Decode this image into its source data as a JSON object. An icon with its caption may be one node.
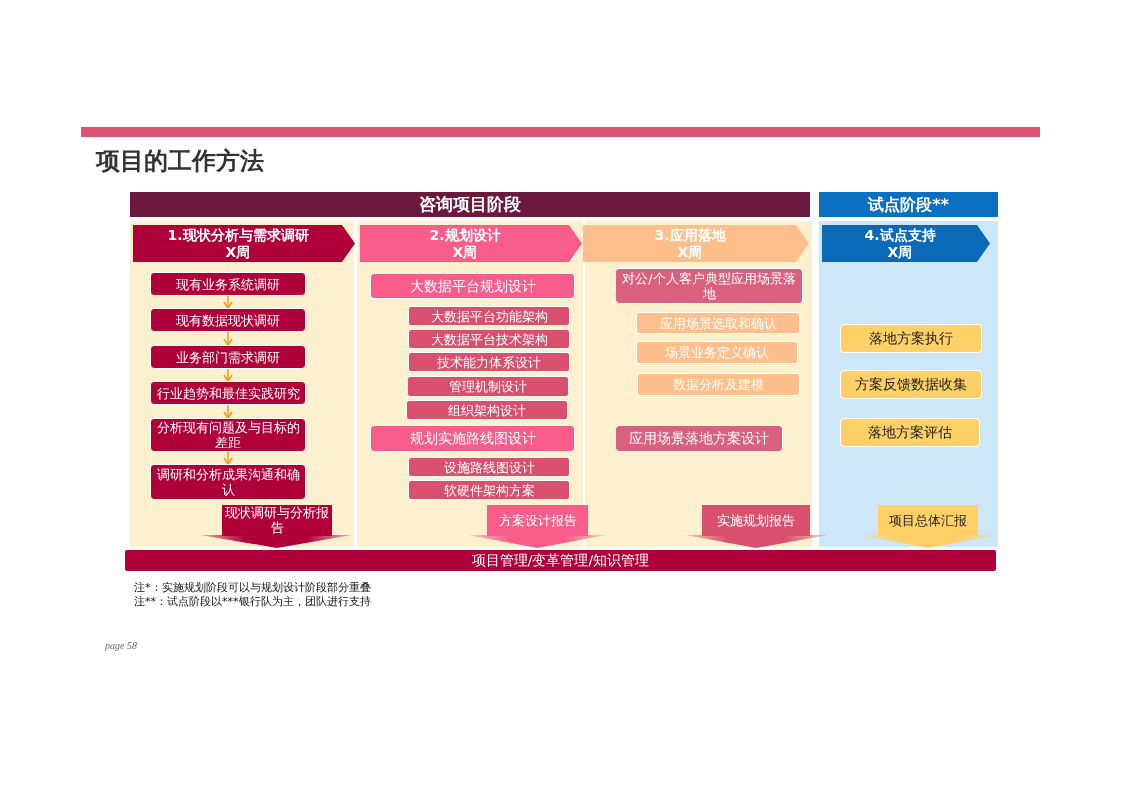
{
  "diagram": {
    "title": "项目的工作方法",
    "nodes": [
      {
        "text": [
          "咨询项目阶段"
        ]
      },
      {
        "text": [
          "试点阶段**"
        ]
      },
      {
        "text": [
          "1.现状分析与需求调研",
          "X周"
        ]
      },
      {
        "text": [
          "2.规划设计",
          "X周"
        ]
      },
      {
        "text": [
          "3.应用落地",
          "X周"
        ]
      },
      {
        "text": [
          "4.试点支持",
          "X周"
        ]
      },
      {
        "text": [
          "现有业务系统调研"
        ]
      },
      {
        "text": [
          "现有数据现状调研"
        ]
      },
      {
        "text": [
          "业务部门需求调研"
        ]
      },
      {
        "text": [
          "行业趋势和最佳实践研究"
        ]
      },
      {
        "text": [
          "分析现有问题及与目标的差距"
        ]
      },
      {
        "text": [
          "调研和分析成果沟通和确认"
        ]
      },
      {
        "text": [
          "现状调研与分析报告"
        ]
      },
      {
        "text": [
          "大数据平台规划设计"
        ]
      },
      {
        "text": [
          "大数据平台功能架构"
        ]
      },
      {
        "text": [
          "大数据平台技术架构"
        ]
      },
      {
        "text": [
          "技术能力体系设计"
        ]
      },
      {
        "text": [
          "管理机制设计"
        ]
      },
      {
        "text": [
          "组织架构设计"
        ]
      },
      {
        "text": [
          "规划实施路线图设计"
        ]
      },
      {
        "text": [
          "设施路线图设计"
        ]
      },
      {
        "text": [
          "软硬件架构方案"
        ]
      },
      {
        "text": [
          "方案设计报告"
        ]
      },
      {
        "text": [
          "对公/个人客户典型应用场景落地"
        ]
      },
      {
        "text": [
          "应用场景选取和确认"
        ]
      },
      {
        "text": [
          "场景业务定义确认"
        ]
      },
      {
        "text": [
          "数据分析及建模"
        ]
      },
      {
        "text": [
          "应用场景落地方案设计"
        ]
      },
      {
        "text": [
          "实施规划报告"
        ]
      },
      {
        "text": [
          "落地方案执行"
        ]
      },
      {
        "text": [
          "方案反馈数据收集"
        ]
      },
      {
        "text": [
          "落地方案评估"
        ]
      },
      {
        "text": [
          "项目总体汇报"
        ]
      },
      {
        "text": [
          "项目管理/变革管理/知识管理"
        ]
      }
    ],
    "edges": [
      {
        "from": 6,
        "to": 7,
        "arrow": "to"
      },
      {
        "from": 7,
        "to": 8,
        "arrow": "to"
      },
      {
        "from": 8,
        "to": 9,
        "arrow": "to"
      },
      {
        "from": 9,
        "to": 10,
        "arrow": "to"
      },
      {
        "from": 10,
        "to": 11,
        "arrow": "to"
      }
    ],
    "labels": [
      "注*：实施规划阶段可以与规划设计阶段部分重叠",
      "注**：试点阶段以***银行队为主，团队进行支持",
      "page 58"
    ]
  }
}
